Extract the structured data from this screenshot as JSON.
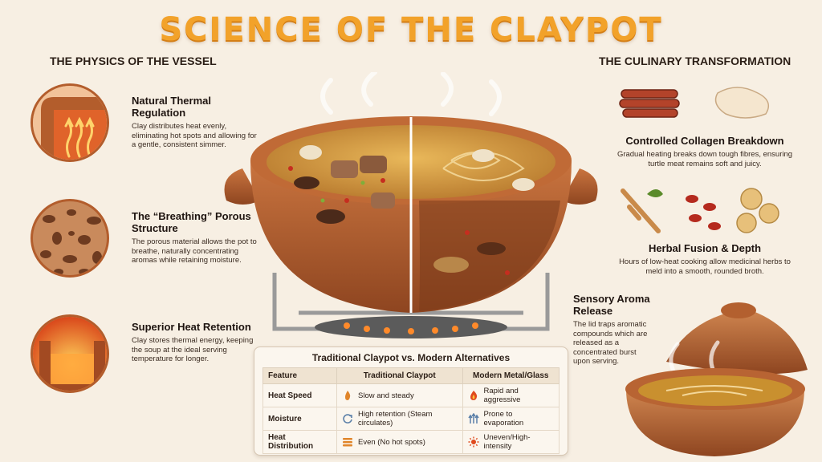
{
  "title": "SCIENCE OF THE CLAYPOT",
  "left_section": {
    "heading": "THE PHYSICS OF THE VESSEL",
    "items": [
      {
        "title": "Natural Thermal Regulation",
        "text": "Clay distributes heat evenly, eliminating hot spots and allowing for a gentle, consistent simmer."
      },
      {
        "title": "The “Breathing” Porous Structure",
        "text": "The porous material allows the pot to breathe, naturally concentrating aromas while retaining moisture."
      },
      {
        "title": "Superior Heat Retention",
        "text": "Clay stores thermal energy, keeping the soup at the ideal serving temperature for longer."
      }
    ]
  },
  "right_section": {
    "heading": "THE CULINARY TRANSFORMATION",
    "items": [
      {
        "title": "Controlled Collagen Breakdown",
        "text": "Gradual heating breaks down tough fibres, ensuring turtle meat remains soft and juicy."
      },
      {
        "title": "Herbal Fusion & Depth",
        "text": "Hours of low-heat cooking allow medicinal herbs to meld into a smooth, rounded broth."
      },
      {
        "title": "Sensory Aroma Release",
        "text": "The lid traps aromatic compounds which are released as a concentrated burst upon serving."
      }
    ]
  },
  "comparison": {
    "title": "Traditional Claypot vs. Modern Alternatives",
    "headers": [
      "Feature",
      "Traditional Claypot",
      "Modern Metal/Glass"
    ],
    "rows": [
      {
        "feature": "Heat Speed",
        "clay": "Slow and steady",
        "clay_icon": "flame-icon",
        "modern": "Rapid and aggressive",
        "modern_icon": "fire-icon"
      },
      {
        "feature": "Moisture",
        "clay": "High retention (Steam circulates)",
        "clay_icon": "circulation-icon",
        "modern": "Prone to evaporation",
        "modern_icon": "evaporation-icon"
      },
      {
        "feature": "Heat Distribution",
        "clay": "Even (No hot spots)",
        "clay_icon": "even-layers-icon",
        "modern": "Uneven/High-intensity",
        "modern_icon": "sun-burst-icon"
      }
    ]
  },
  "colors": {
    "title": "#f2a22a",
    "clay": "#b35d2c",
    "background": "#f7efe3"
  }
}
